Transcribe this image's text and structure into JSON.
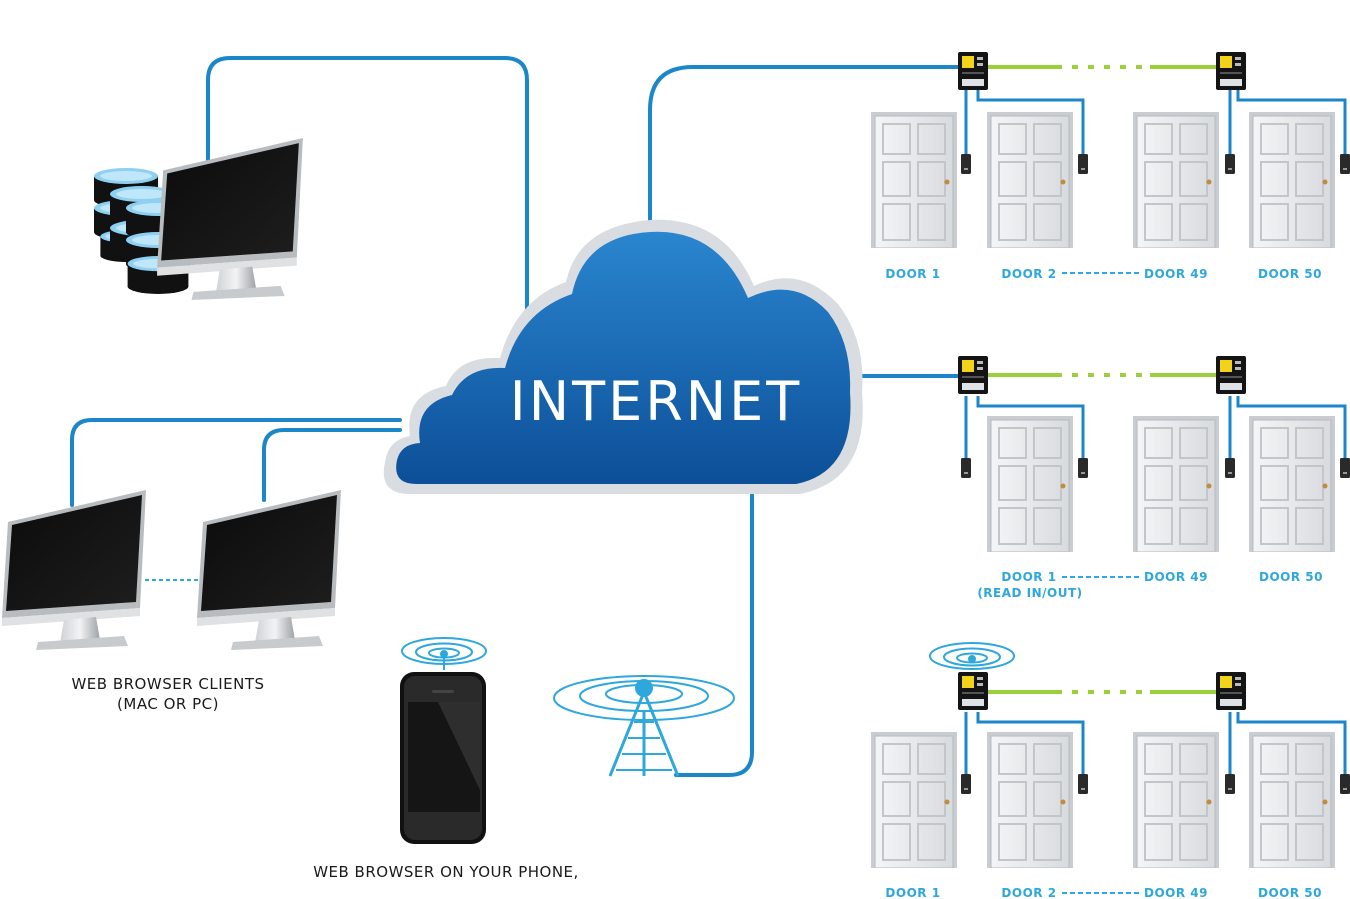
{
  "cloud": {
    "label": "INTERNET"
  },
  "clients": {
    "desktop_label_line1": "WEB BROWSER CLIENTS",
    "desktop_label_line2": "(MAC OR PC)",
    "phone_label": "WEB BROWSER ON YOUR PHONE,"
  },
  "rows": [
    {
      "labels": [
        "DOOR 1",
        "DOOR 2",
        "DOOR 49",
        "DOOR 50"
      ]
    },
    {
      "labels": [
        "DOOR 1",
        "DOOR 49",
        "DOOR 50"
      ],
      "sublabel": "(READ IN/OUT)"
    },
    {
      "labels": [
        "DOOR 1",
        "DOOR 2",
        "DOOR 49",
        "DOOR 50"
      ]
    }
  ],
  "colors": {
    "cable": "#1b86c8",
    "cloud": "#0f63b0",
    "cloud_rim": "#d9dde2",
    "bus": "#9bcf3c",
    "label": "#2ea7dc",
    "door": "#e8eaec"
  },
  "icons": [
    "database-icon",
    "monitor-icon",
    "smartphone-icon",
    "antenna-icon",
    "wifi-icon",
    "door-icon",
    "controller-icon",
    "reader-icon"
  ]
}
